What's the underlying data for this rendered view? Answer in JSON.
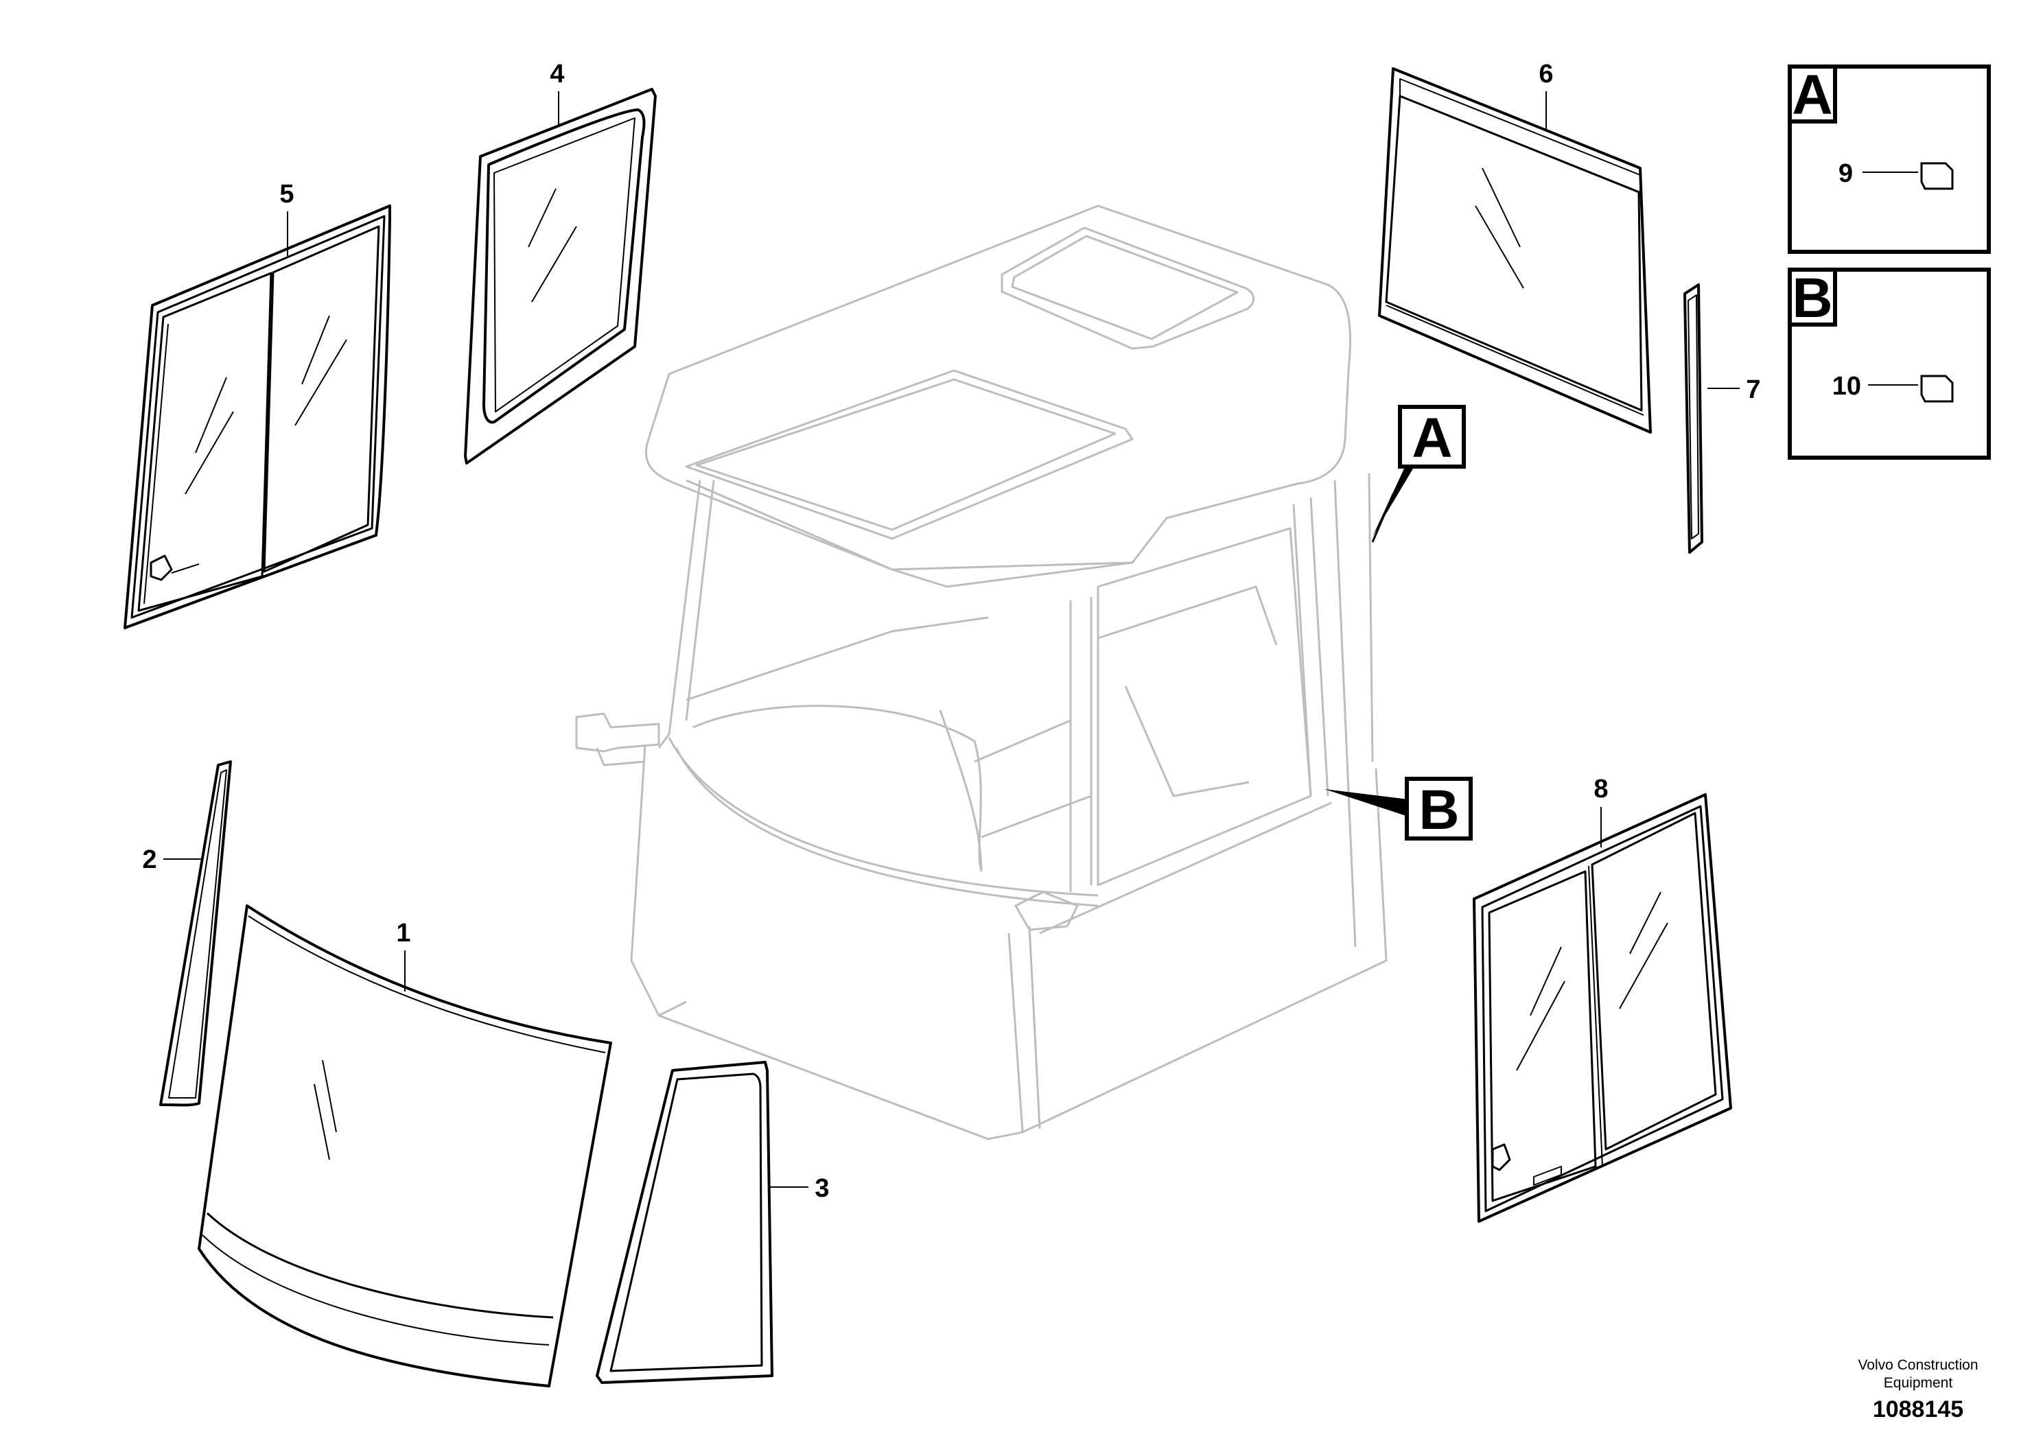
{
  "callouts": [
    {
      "id": "1",
      "label": "1"
    },
    {
      "id": "2",
      "label": "2"
    },
    {
      "id": "3",
      "label": "3"
    },
    {
      "id": "4",
      "label": "4"
    },
    {
      "id": "5",
      "label": "5"
    },
    {
      "id": "6",
      "label": "6"
    },
    {
      "id": "7",
      "label": "7"
    },
    {
      "id": "8",
      "label": "8"
    },
    {
      "id": "9",
      "label": "9"
    },
    {
      "id": "10",
      "label": "10"
    }
  ],
  "detail_refs": {
    "A": "A",
    "B": "B"
  },
  "inset_boxes": [
    {
      "letter": "A",
      "callout": "9"
    },
    {
      "letter": "B",
      "callout": "10"
    }
  ],
  "footer": {
    "brand_line1": "Volvo Construction",
    "brand_line2": "Equipment",
    "drawing_number": "1088145"
  },
  "colors": {
    "cab_outline": "#bdbdbd",
    "part_outline": "#000000",
    "background": "#ffffff"
  }
}
